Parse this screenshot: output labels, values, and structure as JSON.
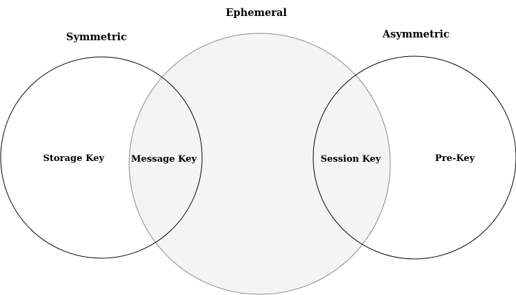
{
  "sets": {
    "symmetric": {
      "title": "Symmetric"
    },
    "ephemeral": {
      "title": "Ephemeral",
      "fill": "#f4f4f4",
      "stroke": "#888888"
    },
    "asymmetric": {
      "title": "Asymmetric"
    }
  },
  "regions": {
    "symmetric_only": "Storage Key",
    "symmetric_ephemeral": "Message Key",
    "ephemeral_asymmetric": "Session Key",
    "asymmetric_only": "Pre-Key"
  },
  "colors": {
    "outline": "#000000",
    "ephemeral_fill": "#f4f4f4",
    "ephemeral_stroke": "#888888"
  }
}
